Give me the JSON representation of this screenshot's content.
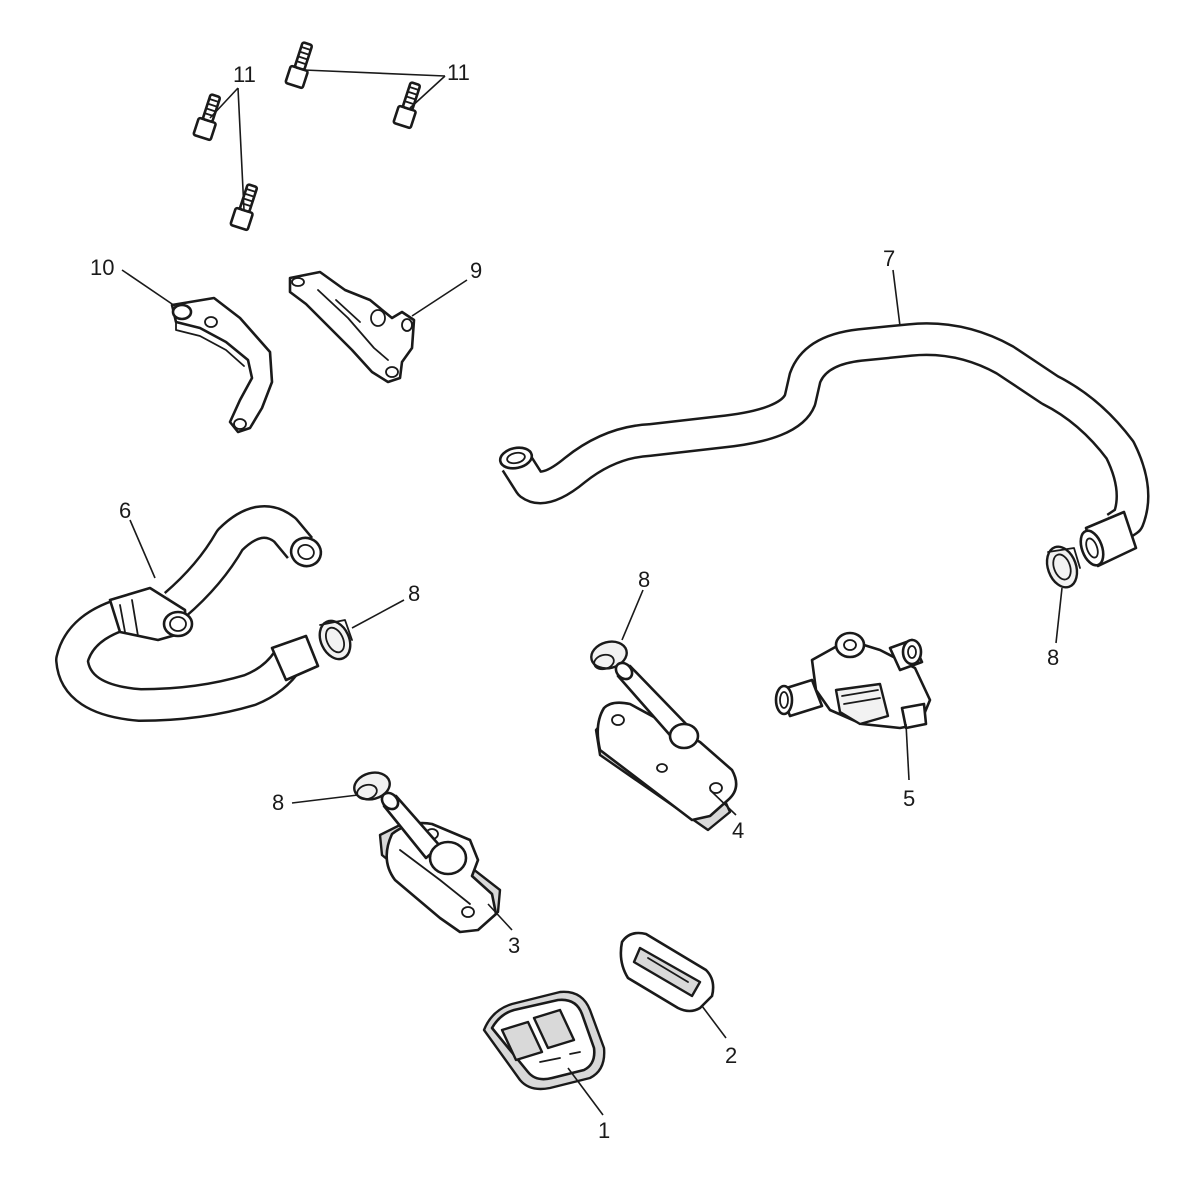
{
  "callouts": {
    "c1": "1",
    "c2": "2",
    "c3": "3",
    "c4": "4",
    "c5": "5",
    "c6": "6",
    "c7": "7",
    "c8a": "8",
    "c8b": "8",
    "c8c": "8",
    "c8d": "8",
    "c9": "9",
    "c10": "10",
    "c11a": "11",
    "c11b": "11"
  },
  "style": {
    "line_color": "#1a1a1a",
    "background": "#ffffff"
  }
}
